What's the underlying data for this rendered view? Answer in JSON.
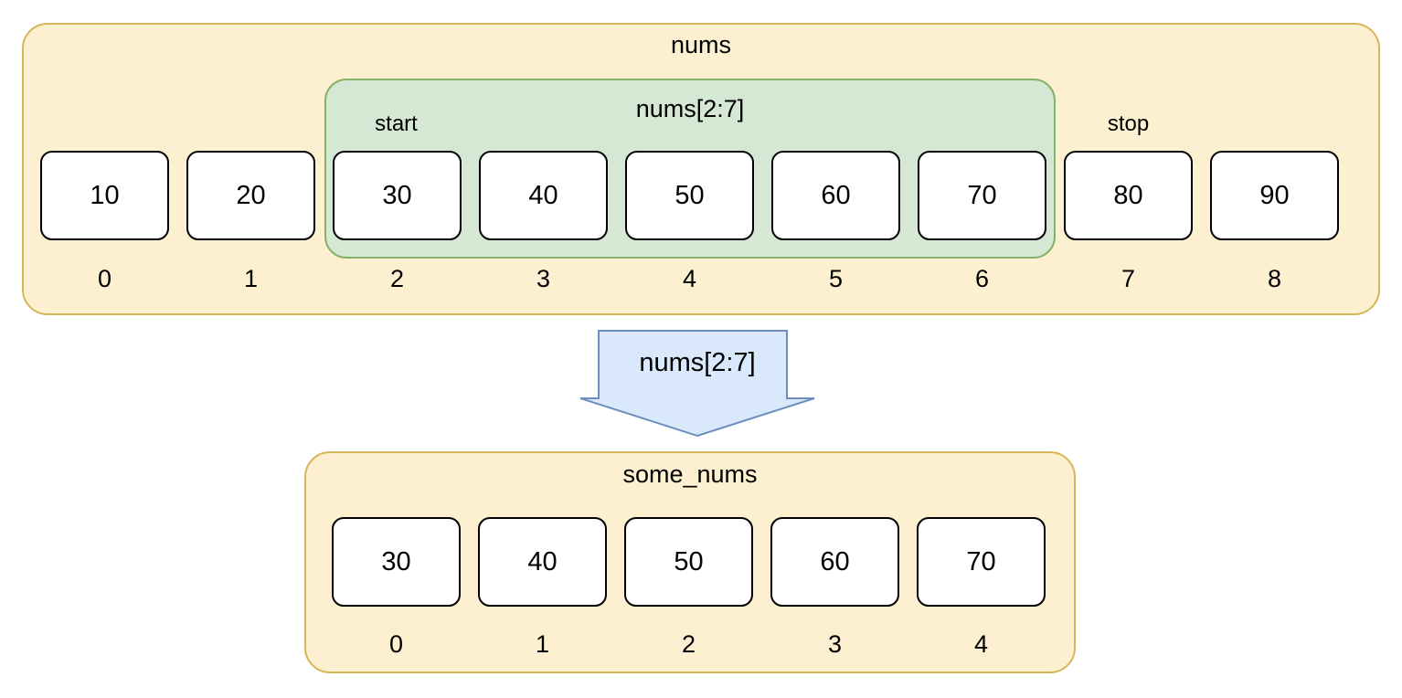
{
  "diagram": {
    "title_top": "nums",
    "title_bottom": "some_nums",
    "slice_expression": "nums[2:7]",
    "arrow_label": "nums[2:7]",
    "start_label": "start",
    "stop_label": "stop",
    "colors": {
      "container_fill": "#fdf0d0",
      "container_border": "#d6b656",
      "slice_fill": "#d5e8d4",
      "slice_border": "#82b366",
      "arrow_fill": "#dae8fc",
      "arrow_border": "#6c8ebf",
      "cell_fill": "#ffffff",
      "cell_border": "#000000",
      "text": "#000000",
      "page_background": "#ffffff"
    }
  },
  "source_list": {
    "name": "nums",
    "values": [
      "10",
      "20",
      "30",
      "40",
      "50",
      "60",
      "70",
      "80",
      "90"
    ],
    "indices": [
      "0",
      "1",
      "2",
      "3",
      "4",
      "5",
      "6",
      "7",
      "8"
    ],
    "slice_start_index": 2,
    "slice_stop_index": 7,
    "slice_label": "nums[2:7]"
  },
  "result_list": {
    "name": "some_nums",
    "values": [
      "30",
      "40",
      "50",
      "60",
      "70"
    ],
    "indices": [
      "0",
      "1",
      "2",
      "3",
      "4"
    ]
  }
}
